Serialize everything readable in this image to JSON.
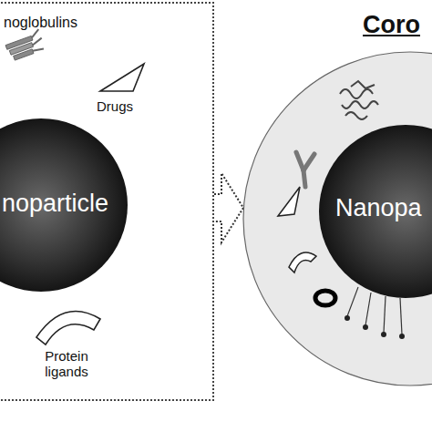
{
  "diagram": {
    "title": "Coro",
    "nodes": [
      {
        "text": [
          "noglobulins",
          "Drugs",
          "noparticle",
          "Protein ligands"
        ]
      },
      {
        "text": [
          "Nanopa"
        ]
      }
    ],
    "edges": [
      {
        "from": 0,
        "to": 1,
        "arrow": "to"
      }
    ]
  }
}
